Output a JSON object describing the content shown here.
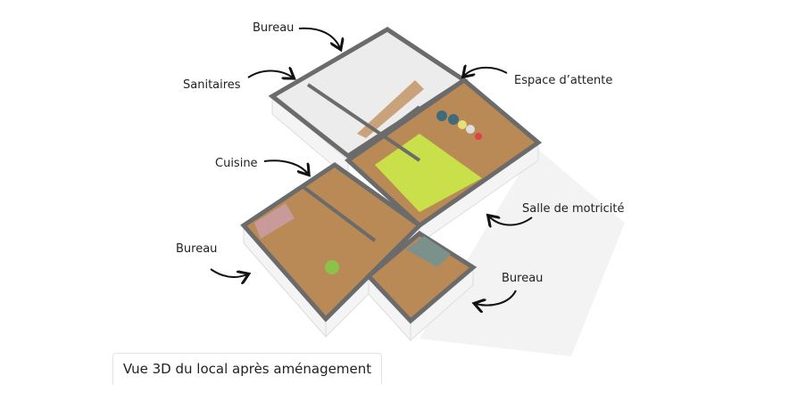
{
  "labels": {
    "bureau_top": "Bureau",
    "sanitaires": "Sanitaires",
    "cuisine": "Cuisine",
    "bureau_left": "Bureau",
    "espace_attente": "Espace d’attente",
    "salle_motricite": "Salle de motricité",
    "bureau_bottom": "Bureau"
  },
  "caption": "Vue 3D du local après aménagement",
  "colors": {
    "wall": "#6b6b6b",
    "floor": "#b98a55",
    "mat": "#c9e04a",
    "side": "#f2f2f2"
  }
}
